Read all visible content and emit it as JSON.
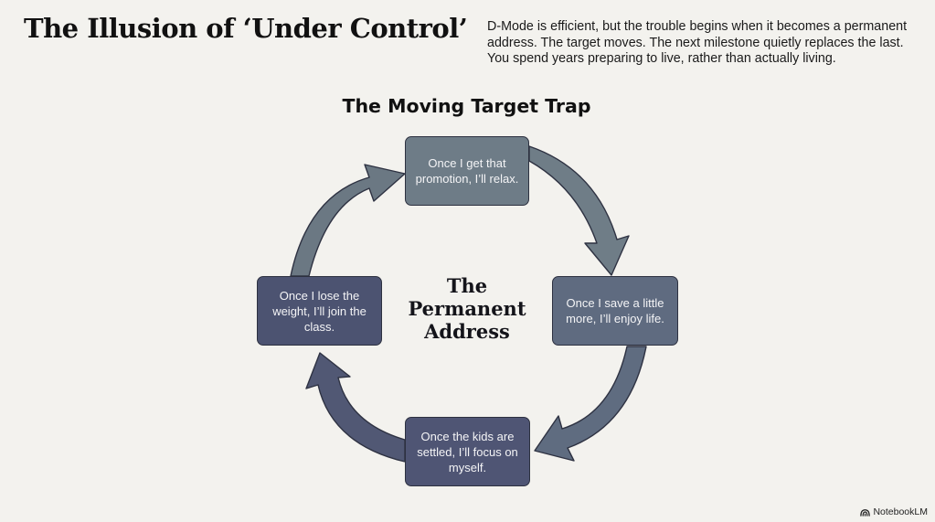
{
  "page": {
    "title": "The Illusion of ‘Under Control’",
    "intro": "D-Mode is efficient, but the trouble begins when it becomes a permanent address. The target moves. The next milestone quietly replaces the last. You spend years preparing to live, rather than actually living."
  },
  "diagram": {
    "title": "The Moving Target Trap",
    "center_label": "The Permanent Address",
    "nodes": [
      {
        "id": "top",
        "text": "Once I get that promotion, I’ll relax.",
        "color": "#6e7c87"
      },
      {
        "id": "right",
        "text": "Once I save a little more, I’ll enjoy life.",
        "color": "#5f6b80"
      },
      {
        "id": "bottom",
        "text": "Once the kids are settled, I’ll focus on myself.",
        "color": "#4f5574"
      },
      {
        "id": "left",
        "text": "Once I lose the weight, I’ll join the class.",
        "color": "#4c5371"
      }
    ],
    "arrow_colors": {
      "top_to_right": "#6f7d87",
      "right_to_bottom": "#5f6c80",
      "bottom_to_left": "#515874",
      "left_to_top": "#6b7883",
      "outline": "#2e3242"
    }
  },
  "brand": {
    "label": "NotebookLM",
    "icon": "notebooklm-logo-icon"
  }
}
